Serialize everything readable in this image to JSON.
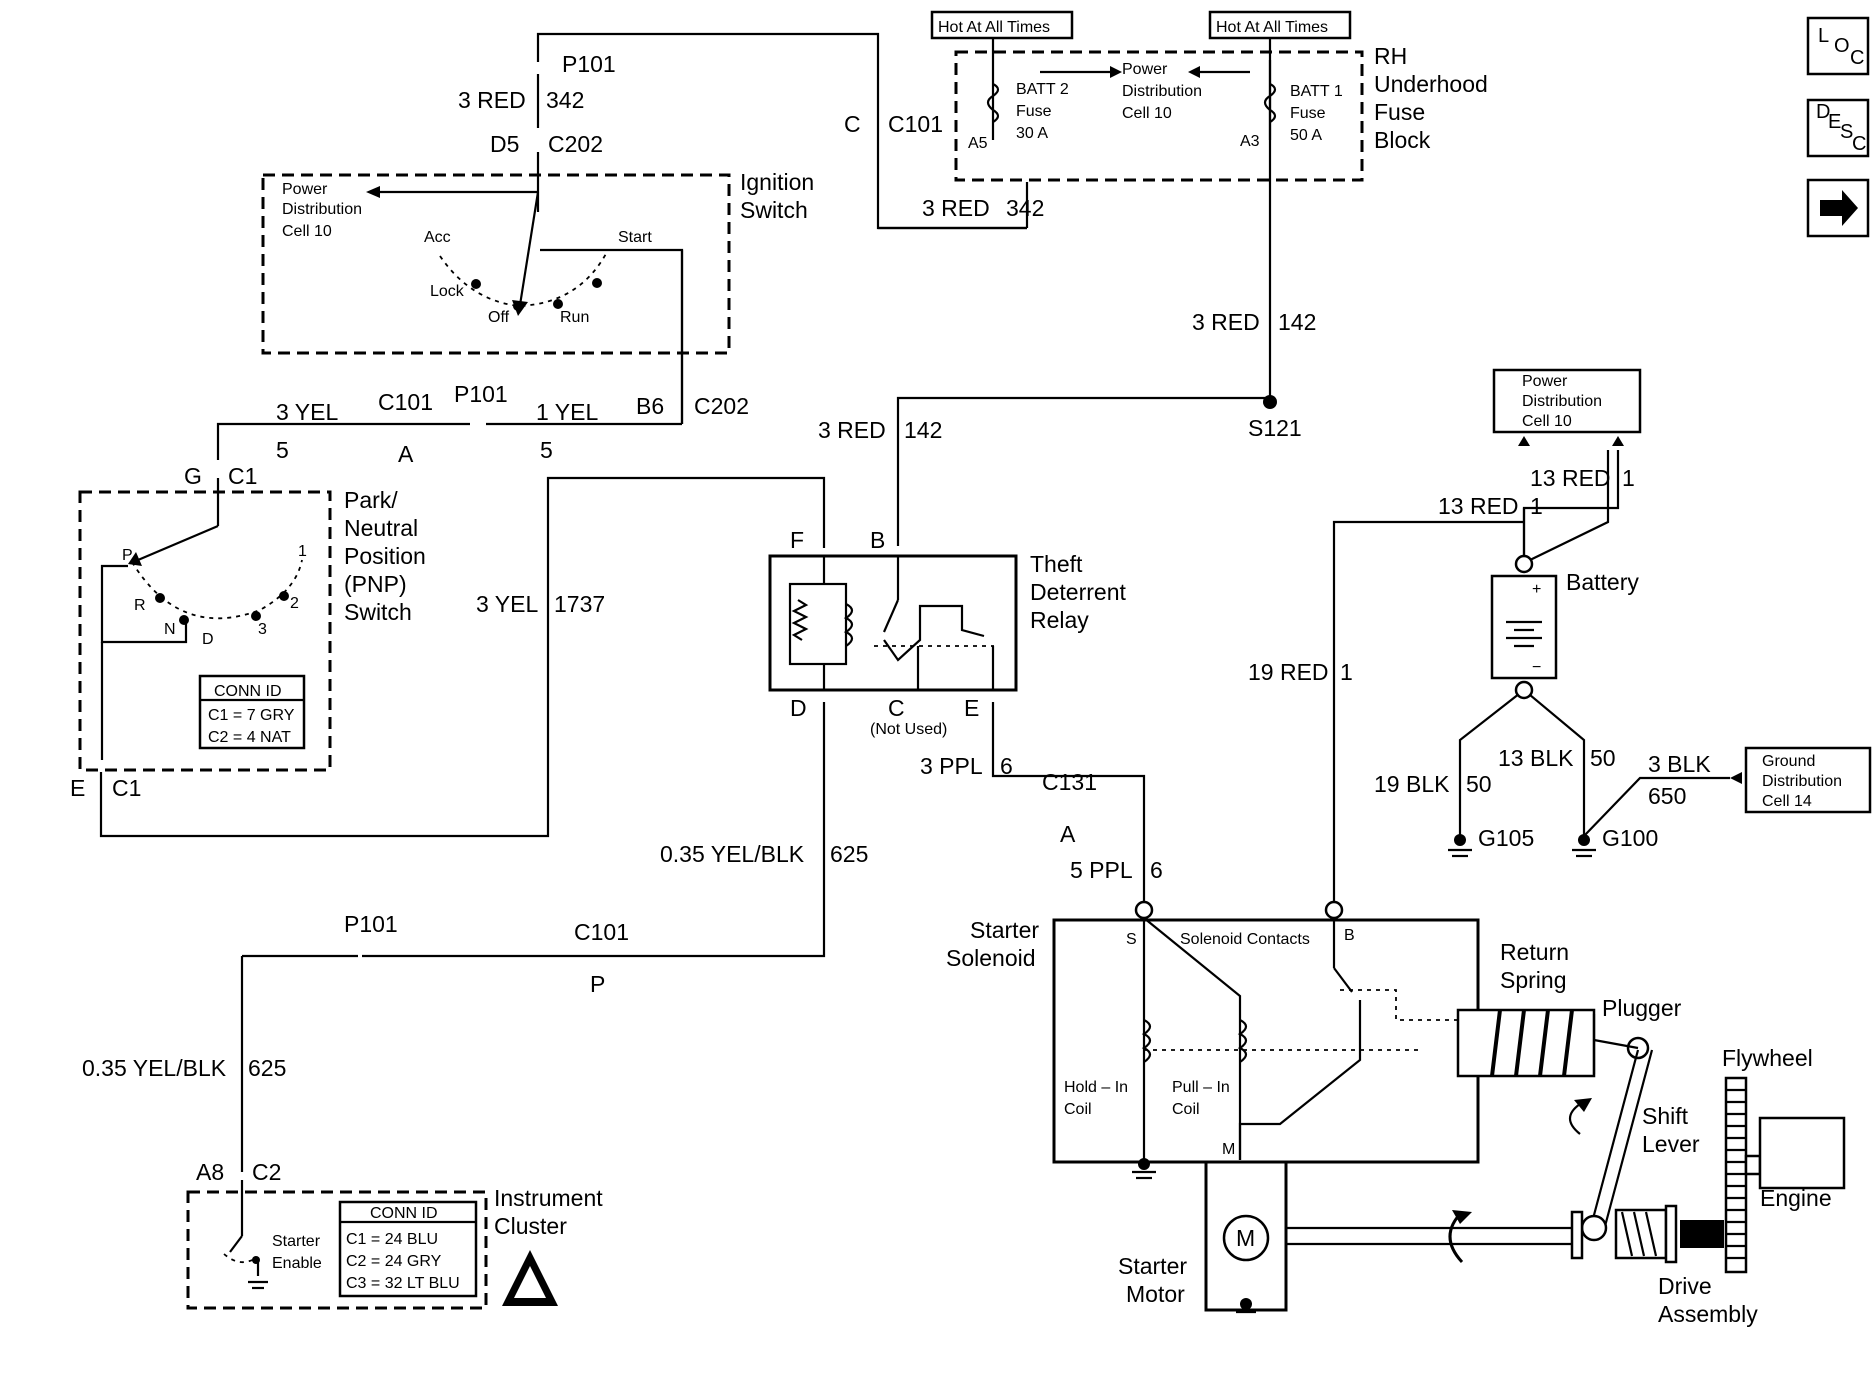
{
  "wires": {
    "w1": "3 RED",
    "w1n": "342",
    "w2": "3 RED",
    "w2n": "142",
    "w3": "3 RED",
    "w3n": "142",
    "w4": "3 YEL",
    "w4n": "5",
    "w5": "1 YEL",
    "w5n": "5",
    "w6": "3 YEL",
    "w6n": "1737",
    "w7": "3 PPL",
    "w7n": "6",
    "w8": "5 PPL",
    "w8n": "6",
    "w9": "0.35 YEL/BLK",
    "w9n": "625",
    "w10": "0.35 YEL/BLK",
    "w10n": "625",
    "w11": "19 RED",
    "w11n": "1",
    "w12": "13 RED",
    "w12n": "1",
    "w13": "13 RED",
    "w13n": "1",
    "w14": "19 BLK",
    "w14n": "50",
    "w15": "13 BLK",
    "w15n": "50",
    "w16": "3 BLK",
    "w16n": "650",
    "w17": "3 RED",
    "w17n": "342"
  },
  "connectors": {
    "p101": "P101",
    "d5": "D5",
    "c202": "C202",
    "c": "C",
    "c101": "C101",
    "b6": "B6",
    "c202b": "C202",
    "c101b": "C101",
    "a": "A",
    "p101b": "P101",
    "g": "G",
    "c1": "C1",
    "e": "E",
    "c1b": "C1",
    "c131": "C131",
    "a2": "A",
    "c101c": "C101",
    "p": "P",
    "p101c": "P101",
    "a8": "A8",
    "c2": "C2",
    "s121": "S121"
  },
  "hot": [
    "Hot At All Times",
    "Hot At All Times"
  ],
  "fuse_block": {
    "title": [
      "RH",
      "Underhood",
      "Fuse",
      "Block"
    ],
    "batt2": [
      "BATT 2",
      "Fuse",
      "30 A"
    ],
    "batt1": [
      "BATT 1",
      "Fuse",
      "50 A"
    ],
    "pd": [
      "Power",
      "Distribution",
      "Cell 10"
    ],
    "a5": "A5",
    "a3": "A3"
  },
  "ign": {
    "title": [
      "Ignition",
      "Switch"
    ],
    "pd": [
      "Power",
      "Distribution",
      "Cell 10"
    ],
    "acc": "Acc",
    "lock": "Lock",
    "off": "Off",
    "run": "Run",
    "start": "Start"
  },
  "pnp": {
    "title": [
      "Park/",
      "Neutral",
      "Position",
      "(PNP)",
      "Switch"
    ],
    "p": "P",
    "r": "R",
    "n": "N",
    "d": "D",
    "n3": "3",
    "n2": "2",
    "n1": "1",
    "connid": "CONN ID",
    "c1": "C1 = 7 GRY",
    "c2": "C2 = 4 NAT"
  },
  "relay": {
    "title": [
      "Theft",
      "Deterrent",
      "Relay"
    ],
    "f": "F",
    "b": "B",
    "d": "D",
    "c": "C",
    "e": "E",
    "notused": "(Not Used)"
  },
  "battery": {
    "label": "Battery",
    "pd": [
      "Power",
      "Distribution",
      "Cell 10"
    ],
    "plus": "+",
    "minus": "−"
  },
  "grounds": {
    "g105": "G105",
    "g100": "G100",
    "gd": [
      "Ground",
      "Distribution",
      "Cell 14"
    ]
  },
  "starter": {
    "solenoid": [
      "Starter",
      "Solenoid"
    ],
    "contacts": "Solenoid Contacts",
    "s": "S",
    "b": "B",
    "m": "M",
    "hold": [
      "Hold – In",
      "Coil"
    ],
    "pull": [
      "Pull – In",
      "Coil"
    ],
    "motor": [
      "Starter",
      "Motor"
    ],
    "mm": "M",
    "spring": [
      "Return",
      "Spring"
    ],
    "plugger": "Plugger",
    "shift": [
      "Shift",
      "Lever"
    ],
    "flywheel": "Flywheel",
    "engine": "Engine",
    "drive": [
      "Drive",
      "Assembly"
    ]
  },
  "cluster": {
    "title": [
      "Instrument",
      "Cluster"
    ],
    "enable": [
      "Starter",
      "Enable"
    ],
    "connid": "CONN ID",
    "c1": "C1 = 24 BLU",
    "c2": "C2 = 24 GRY",
    "c3": "C3 = 32 LT BLU"
  },
  "nav": {
    "loc": [
      "L",
      "O",
      "C"
    ],
    "desc": [
      "D",
      "E",
      "S",
      "C"
    ]
  }
}
